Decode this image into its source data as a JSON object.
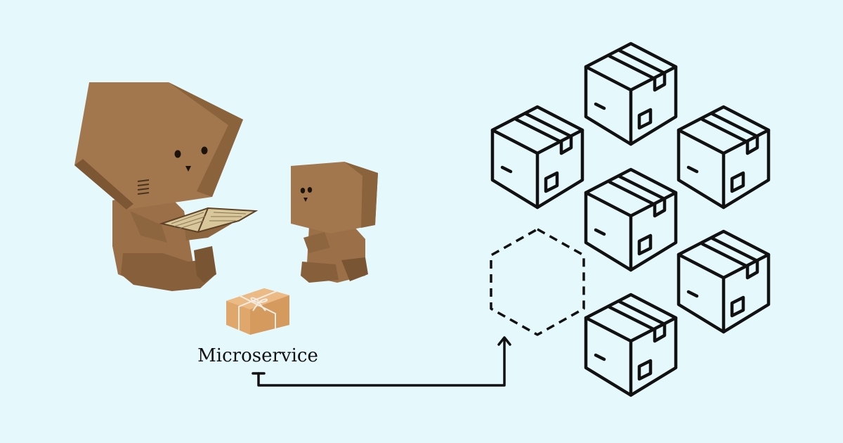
{
  "label": "Microservice",
  "colors": {
    "background": "#e5f9fd",
    "stroke": "#111111",
    "cardboard": "#a2774e",
    "cardboard_dark": "#7d5734",
    "cardboard_light": "#b98d5f",
    "parcel": "#e0a76d",
    "book_paper": "#d8c79a"
  },
  "icons": {
    "robots": "cardboard-robots",
    "parcel": "parcel-icon",
    "boxes": "package-box-icon",
    "empty_slot": "dashed-hexagon-slot",
    "connector": "arrow-connector"
  }
}
